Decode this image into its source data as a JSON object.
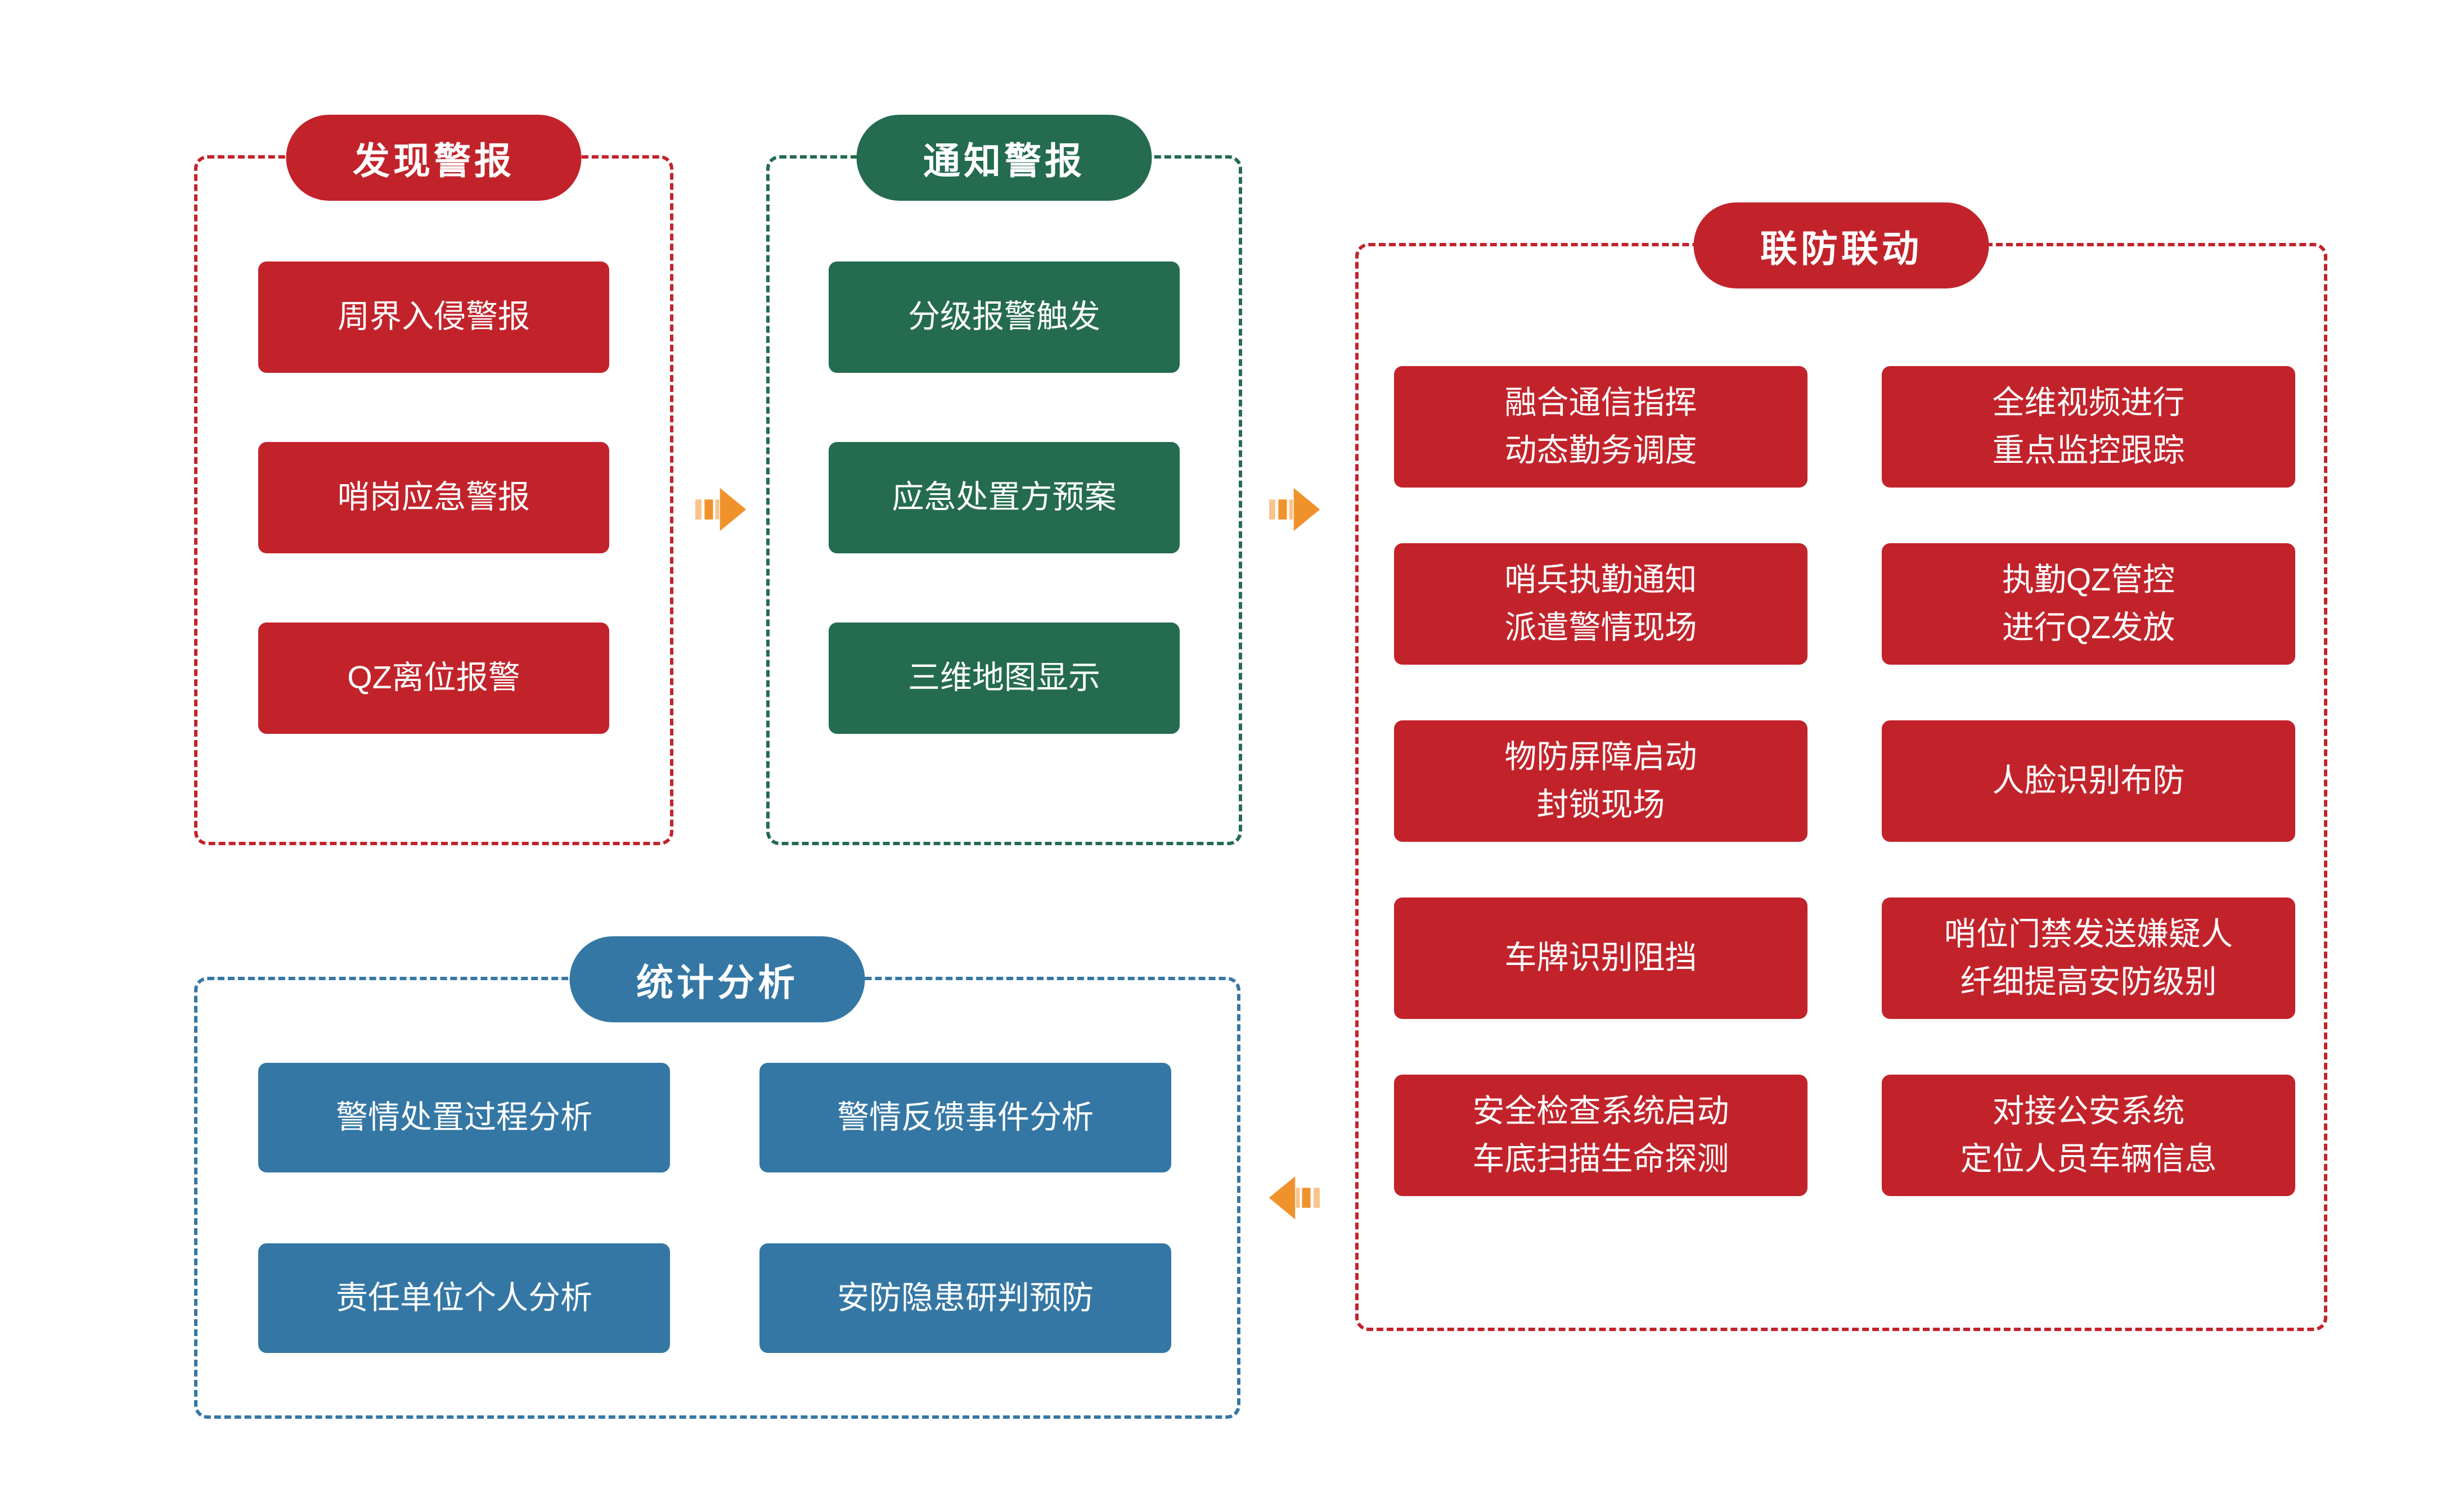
{
  "palette": {
    "red": "#C2232B",
    "green": "#246B4F",
    "blue": "#3577A4",
    "orange": "#F0922B",
    "orange_light": "#F8C48C",
    "bg": "#FFFFFF",
    "text": "#FFFFFF"
  },
  "sections": {
    "discover": {
      "title": "发现警报",
      "items": [
        "周界入侵警报",
        "哨岗应急警报",
        "QZ离位报警"
      ]
    },
    "notify": {
      "title": "通知警报",
      "items": [
        "分级报警触发",
        "应急处置方预案",
        "三维地图显示"
      ]
    },
    "linkage": {
      "title": "联防联动",
      "items": [
        "融合通信指挥\n动态勤务调度",
        "全维视频进行\n重点监控跟踪",
        "哨兵执勤通知\n派遣警情现场",
        "执勤QZ管控\n进行QZ发放",
        "物防屏障启动\n封锁现场",
        "人脸识别布防",
        "车牌识别阻挡",
        "哨位门禁发送嫌疑人\n纤细提高安防级别",
        "安全检查系统启动\n车底扫描生命探测",
        "对接公安系统\n定位人员车辆信息"
      ]
    },
    "stats": {
      "title": "统计分析",
      "items": [
        "警情处置过程分析",
        "警情反馈事件分析",
        "责任单位个人分析",
        "安防隐患研判预防"
      ]
    }
  },
  "arrows": [
    {
      "name": "discover-to-notify",
      "direction": "right"
    },
    {
      "name": "notify-to-linkage",
      "direction": "right"
    },
    {
      "name": "linkage-to-stats",
      "direction": "left"
    }
  ]
}
